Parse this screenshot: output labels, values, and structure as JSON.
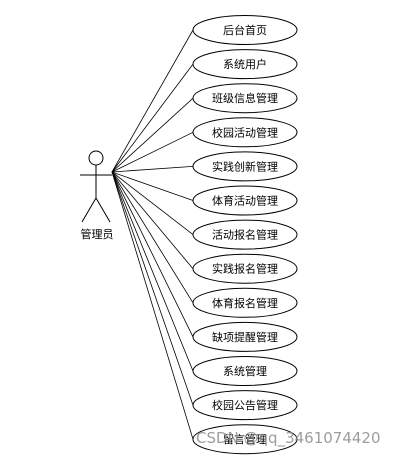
{
  "diagram": {
    "actor": {
      "label": "管理员",
      "icon": "stick-figure-actor"
    },
    "use_cases": [
      {
        "label": "后台首页"
      },
      {
        "label": "系统用户"
      },
      {
        "label": "班级信息管理"
      },
      {
        "label": "校园活动管理"
      },
      {
        "label": "实践创新管理"
      },
      {
        "label": "体育活动管理"
      },
      {
        "label": "活动报名管理"
      },
      {
        "label": "实践报名管理"
      },
      {
        "label": "体育报名管理"
      },
      {
        "label": "缺项提醒管理"
      },
      {
        "label": "系统管理"
      },
      {
        "label": "校园公告管理"
      },
      {
        "label": "留言管理"
      }
    ]
  },
  "watermark": {
    "text": "CSDN @qq_3461074420"
  }
}
